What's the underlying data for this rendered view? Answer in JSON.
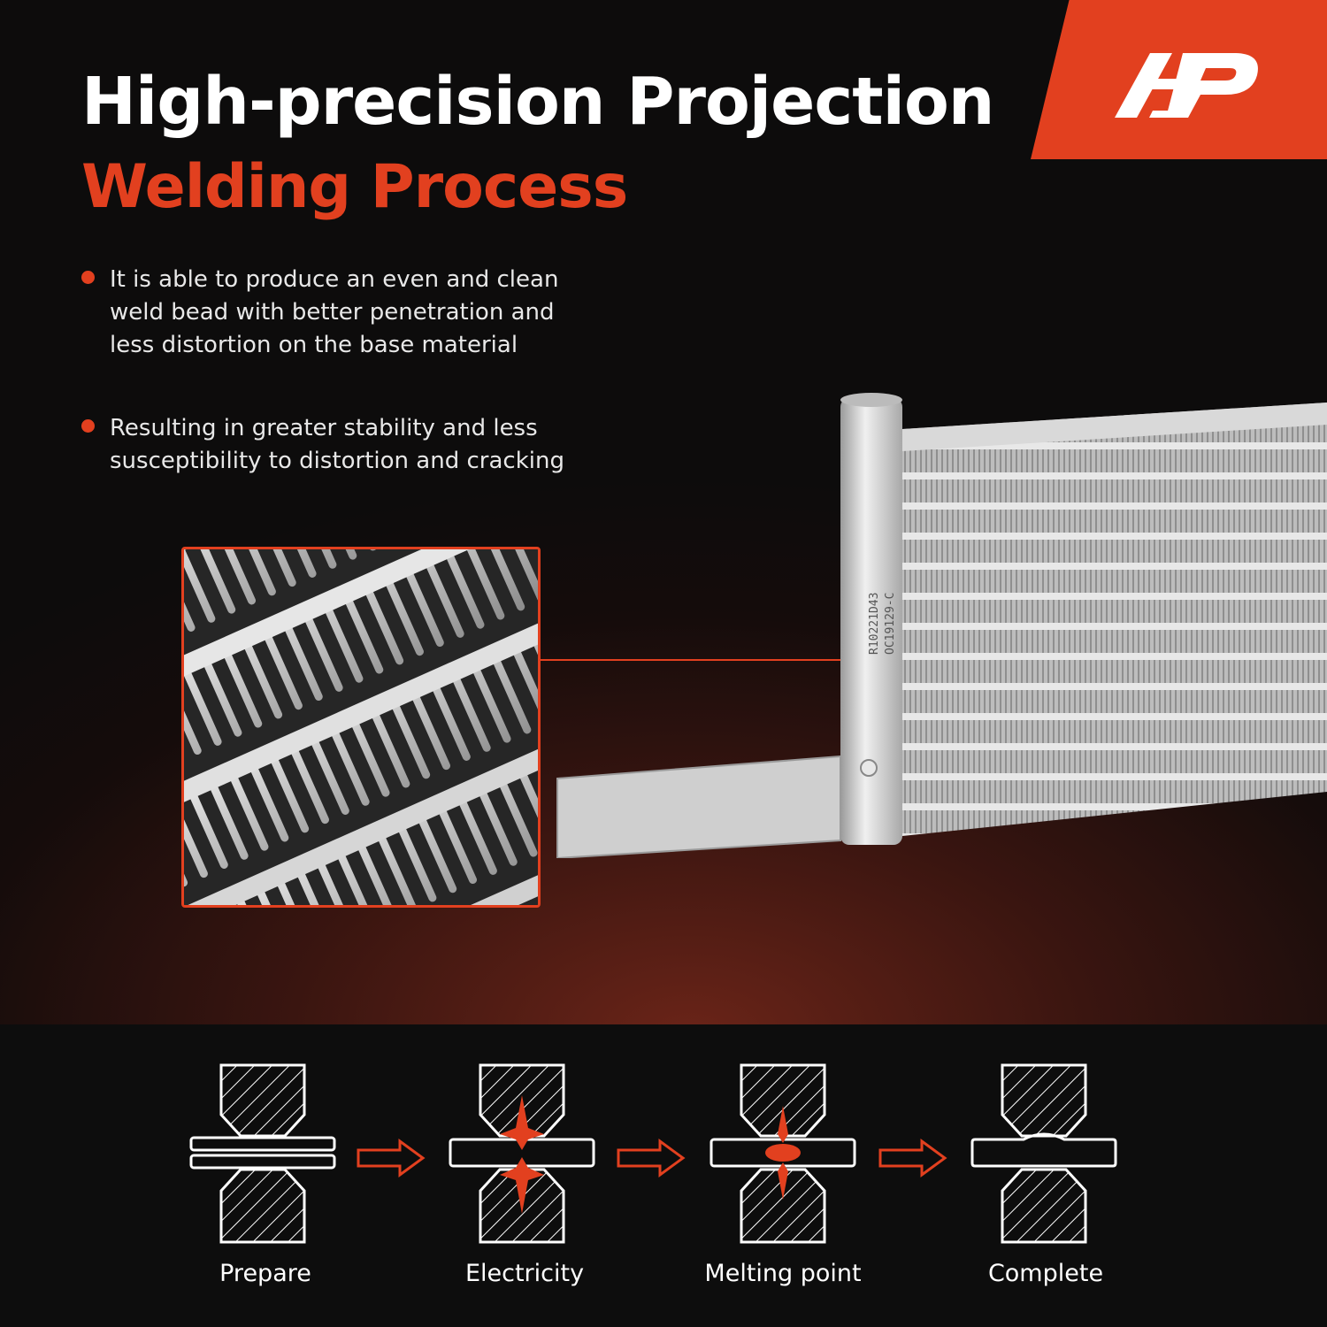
{
  "brand": {
    "accent_color": "#e2401f",
    "logo_icon": "ap-logo"
  },
  "title": {
    "line1": "High-precision Projection",
    "line2": "Welding Process"
  },
  "bullets": [
    "It is able to produce an even and clean weld bead with better penetration and less distortion on the base material",
    "Resulting in greater stability and less susceptibility to distortion and cracking"
  ],
  "product": {
    "stamp_line1": "R10221D43",
    "stamp_line2": "OC19129-C"
  },
  "steps": [
    {
      "label": "Prepare",
      "icon": "prepare-diagram"
    },
    {
      "label": "Electricity",
      "icon": "electricity-diagram"
    },
    {
      "label": "Melting point",
      "icon": "melting-point-diagram"
    },
    {
      "label": "Complete",
      "icon": "complete-diagram"
    }
  ]
}
